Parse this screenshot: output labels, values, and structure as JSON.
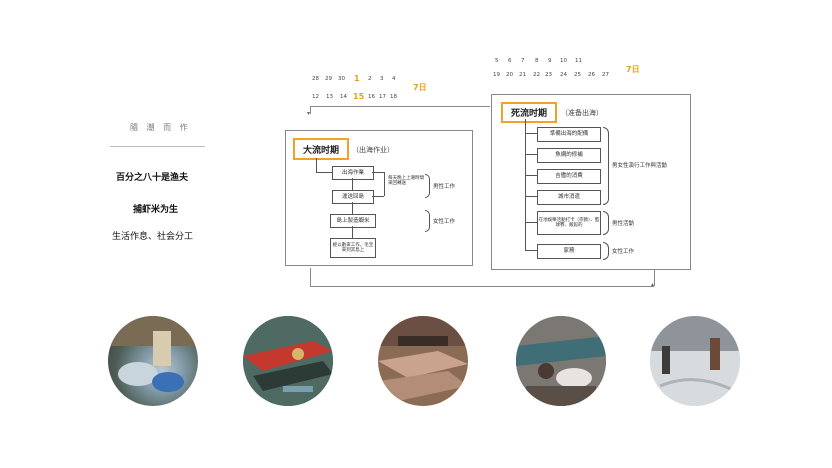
{
  "sidebar": {
    "caption": "隨 潮 而 作",
    "line1": "百分之八十是渔夫",
    "line2": "捕虾米为生",
    "line3": "生活作息、社会分工"
  },
  "timeline_big": {
    "row1": [
      "28",
      "29",
      "30",
      "1",
      "2",
      "3",
      "4"
    ],
    "row2": [
      "12",
      "13",
      "14",
      "15",
      "16",
      "17",
      "18"
    ],
    "day_label": "7日"
  },
  "timeline_dead": {
    "row1": [
      "5",
      "6",
      "7",
      "8",
      "9",
      "10",
      "11"
    ],
    "row2": [
      "19",
      "20",
      "21",
      "22",
      "23",
      "24",
      "25",
      "26",
      "27"
    ],
    "day_label": "7日"
  },
  "big_tide": {
    "title": "大流时期",
    "subtitle": "（出海作业）",
    "nodes": [
      "出海作業",
      "運送回島",
      "島上製造蝦米",
      "經以數來工作，毛宝來到其島上"
    ],
    "side_note": "每天晚上上潮時間來回轉送",
    "male_label": "男性工作",
    "female_label": "女性工作"
  },
  "dead_tide": {
    "title": "死流时期",
    "subtitle": "（准备出海）",
    "nodes": [
      "準備出海的配備",
      "魚網的修補",
      "吉艦的消費",
      "城市消遣",
      "在地娛樂活動打卡（宗教）、籃球賽、飯館的",
      "家務"
    ],
    "male_label": "男女性演行工作與活動",
    "male2_label": "男性活動",
    "female_label": "女性工作"
  },
  "colors": {
    "accent": "#f2a22a",
    "accent_text": "#e8a01c"
  }
}
